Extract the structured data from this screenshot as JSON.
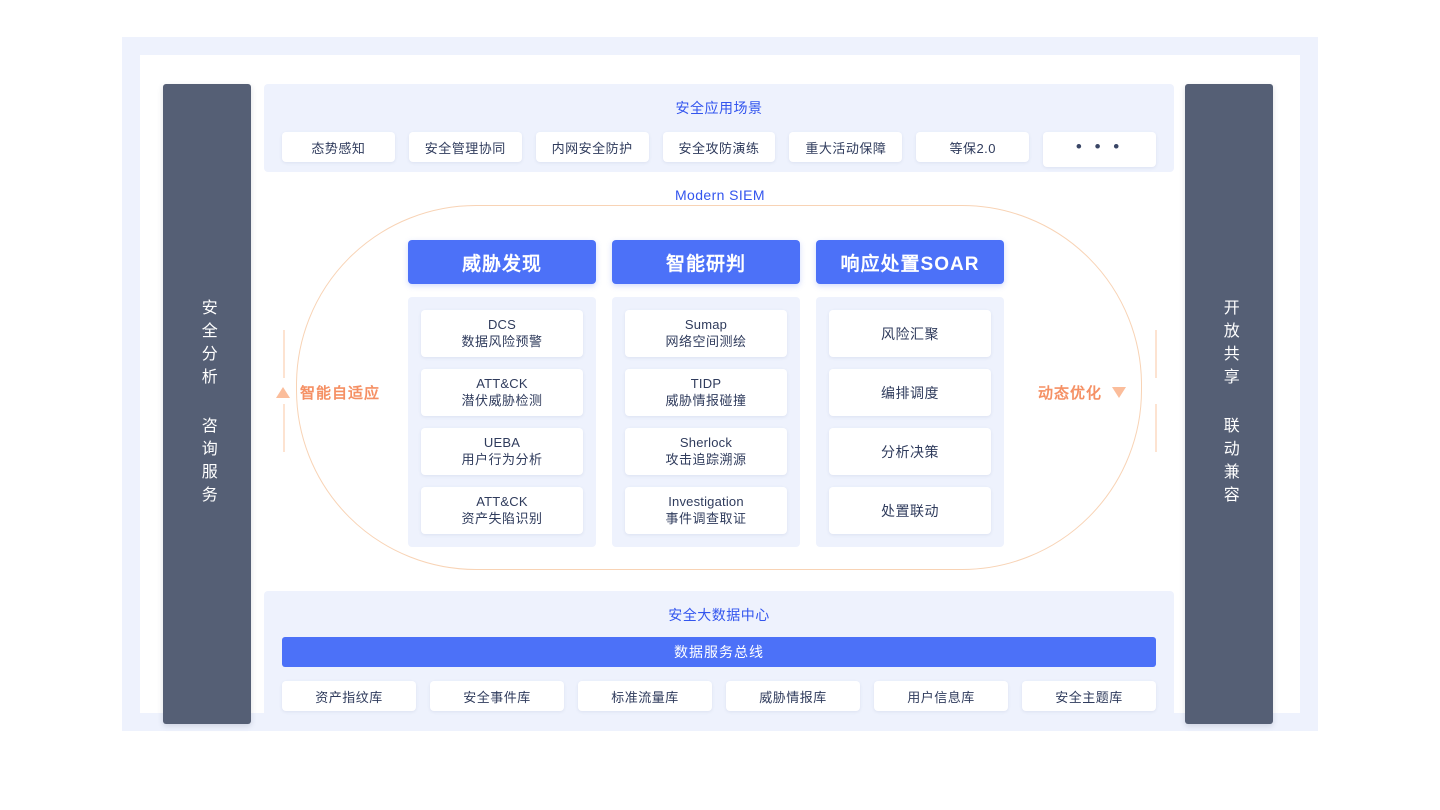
{
  "colors": {
    "accent_blue": "#4c71f8",
    "title_blue": "#3355ee",
    "panel_bg": "#eef2fd",
    "pillar": "#555f75",
    "ring_orange": "#f8d3b5",
    "note_orange": "#f59064",
    "text_dark": "#2f3b5c"
  },
  "pillars": {
    "left": {
      "line1": "安全分析",
      "line2": "咨询服务"
    },
    "right": {
      "line1": "开放共享",
      "line2": "联动兼容"
    }
  },
  "scenarios": {
    "title": "安全应用场景",
    "items": [
      "态势感知",
      "安全管理协同",
      "内网安全防护",
      "安全攻防演练",
      "重大活动保障",
      "等保2.0",
      "• • •"
    ]
  },
  "siem": {
    "label": "Modern SIEM",
    "left_note": "智能自适应",
    "right_note": "动态优化",
    "columns": [
      {
        "head": "威胁发现",
        "cards": [
          {
            "t1": "DCS",
            "t2": "数据风险预警"
          },
          {
            "t1": "ATT&CK",
            "t2": "潜伏威胁检测"
          },
          {
            "t1": "UEBA",
            "t2": "用户行为分析"
          },
          {
            "t1": "ATT&CK",
            "t2": "资产失陷识别"
          }
        ]
      },
      {
        "head": "智能研判",
        "cards": [
          {
            "t1": "Sumap",
            "t2": "网络空间测绘"
          },
          {
            "t1": "TIDP",
            "t2": "威胁情报碰撞"
          },
          {
            "t1": "Sherlock",
            "t2": "攻击追踪溯源"
          },
          {
            "t1": "Investigation",
            "t2": "事件调查取证"
          }
        ]
      },
      {
        "head": "响应处置SOAR",
        "cards": [
          {
            "t1": "",
            "t2": "风险汇聚"
          },
          {
            "t1": "",
            "t2": "编排调度"
          },
          {
            "t1": "",
            "t2": "分析决策"
          },
          {
            "t1": "",
            "t2": "处置联动"
          }
        ]
      }
    ]
  },
  "data_center": {
    "title": "安全大数据中心",
    "bus": "数据服务总线",
    "stores": [
      "资产指纹库",
      "安全事件库",
      "标准流量库",
      "威胁情报库",
      "用户信息库",
      "安全主题库"
    ]
  }
}
